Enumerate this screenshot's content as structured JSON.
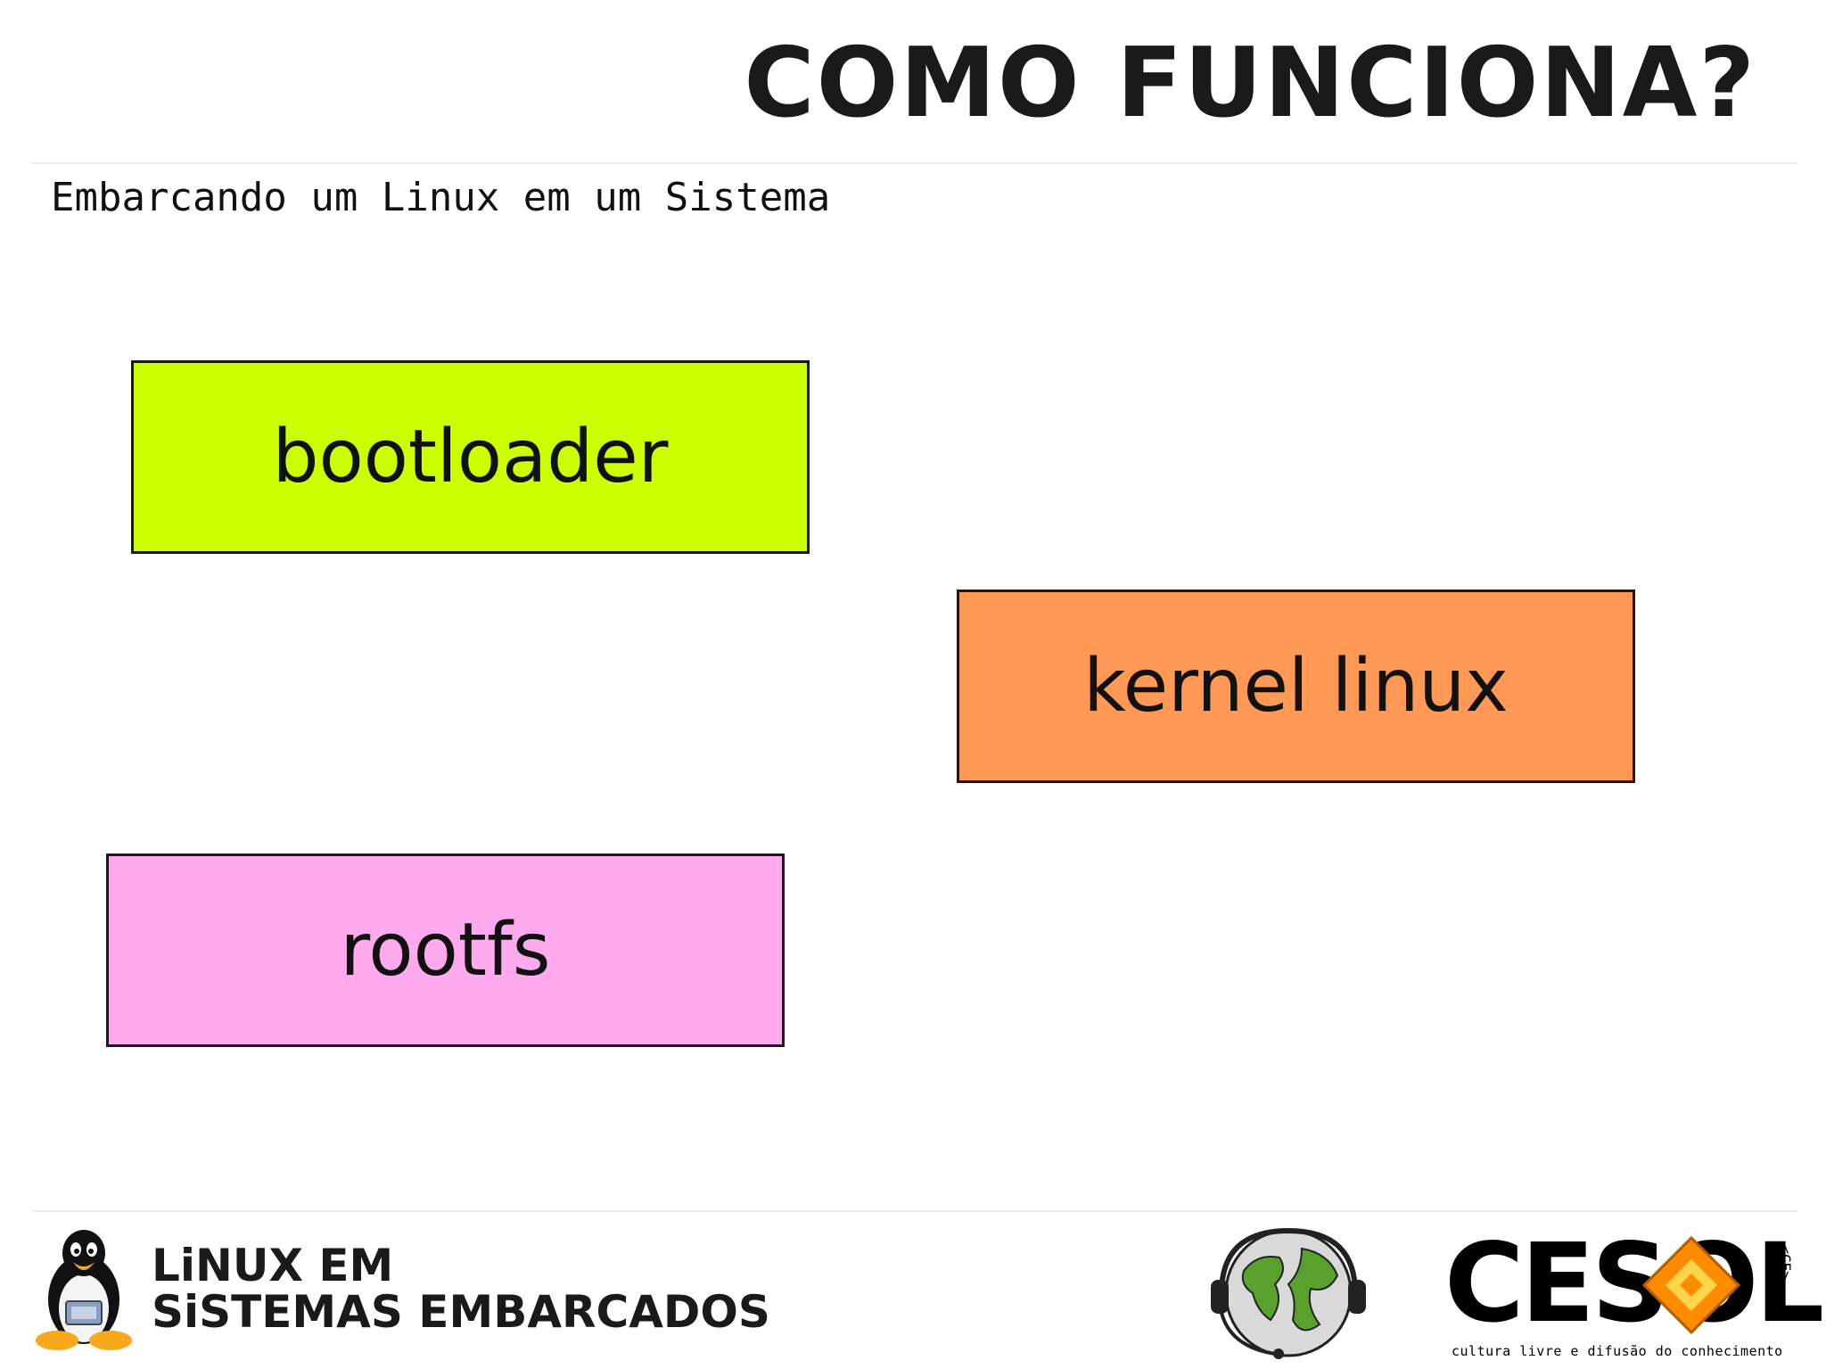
{
  "slide": {
    "title": "COMO FUNCIONA?",
    "subtitle": "Embarcando um Linux em um Sistema"
  },
  "blocks": {
    "bootloader": "bootloader",
    "kernel": "kernel linux",
    "rootfs": "rootfs"
  },
  "footer": {
    "brand_line1": "LiNUX EM",
    "brand_line2": "SiSTEMAS EMBARCADOS",
    "cesol_word": "CESOL",
    "cesol_tagline": "cultura livre e difusão do conhecimento",
    "cesol_region": "<CE>"
  },
  "colors": {
    "bootloader": "#ccff00",
    "kernel": "#ff9955",
    "rootfs": "#ffaaee"
  }
}
